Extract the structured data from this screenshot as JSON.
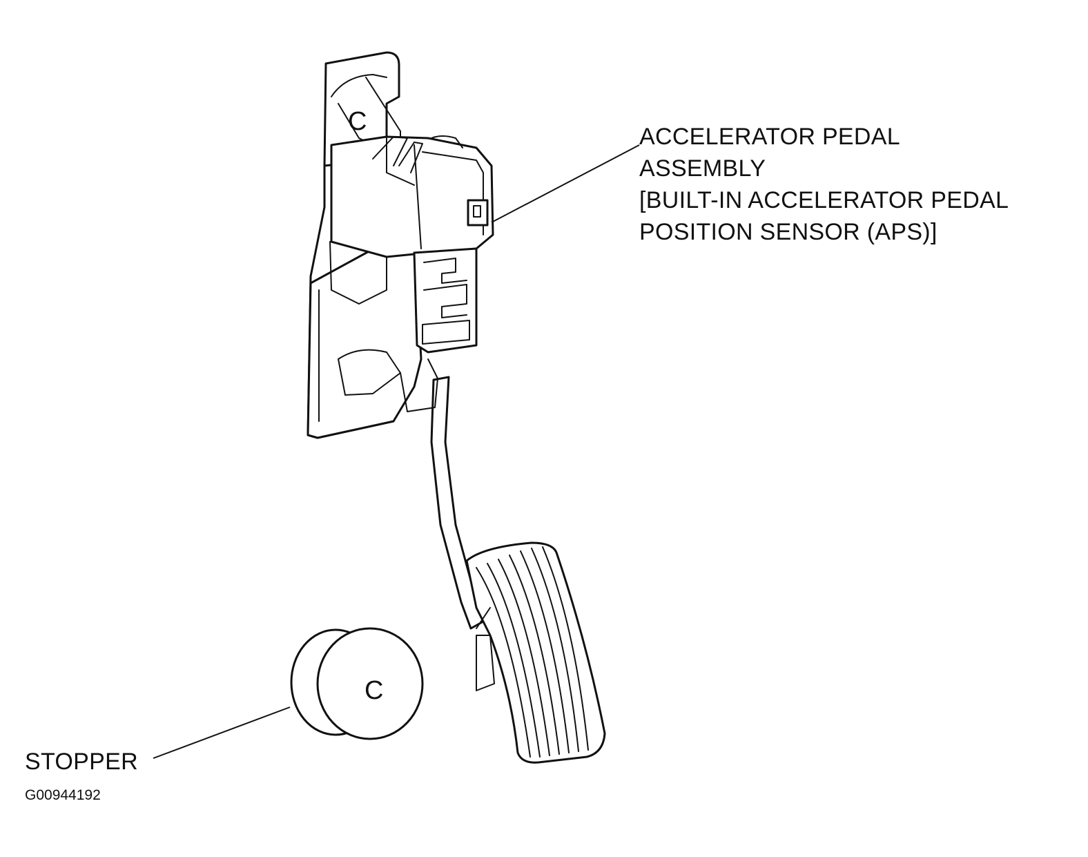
{
  "callouts": {
    "assembly": {
      "lines": [
        "ACCELERATOR PEDAL",
        "ASSEMBLY",
        "[BUILT-IN ACCELERATOR PEDAL",
        "POSITION SENSOR (APS)]"
      ]
    },
    "stopper": {
      "label": "STOPPER"
    }
  },
  "part_marks": {
    "bracket_mark": "C",
    "stopper_mark": "C"
  },
  "figure_id": "G00944192"
}
